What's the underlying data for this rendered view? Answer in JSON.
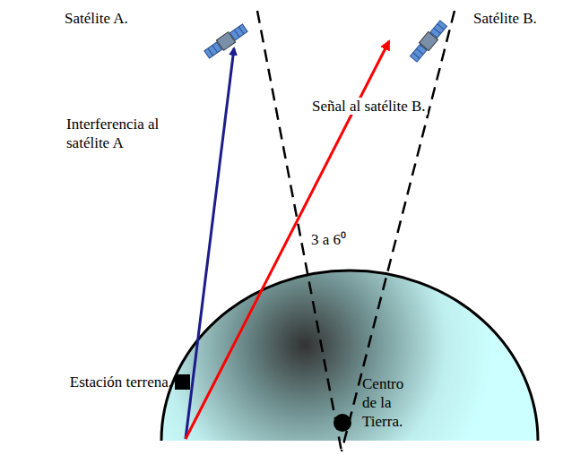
{
  "diagram": {
    "labels": [
      "Satélite A.",
      "Satélite B.",
      "Interferencia al satélite A",
      "Señal al satélite B.",
      "3 a 6⁰",
      "Estación terrena.",
      "Centro de la Tierra."
    ]
  }
}
